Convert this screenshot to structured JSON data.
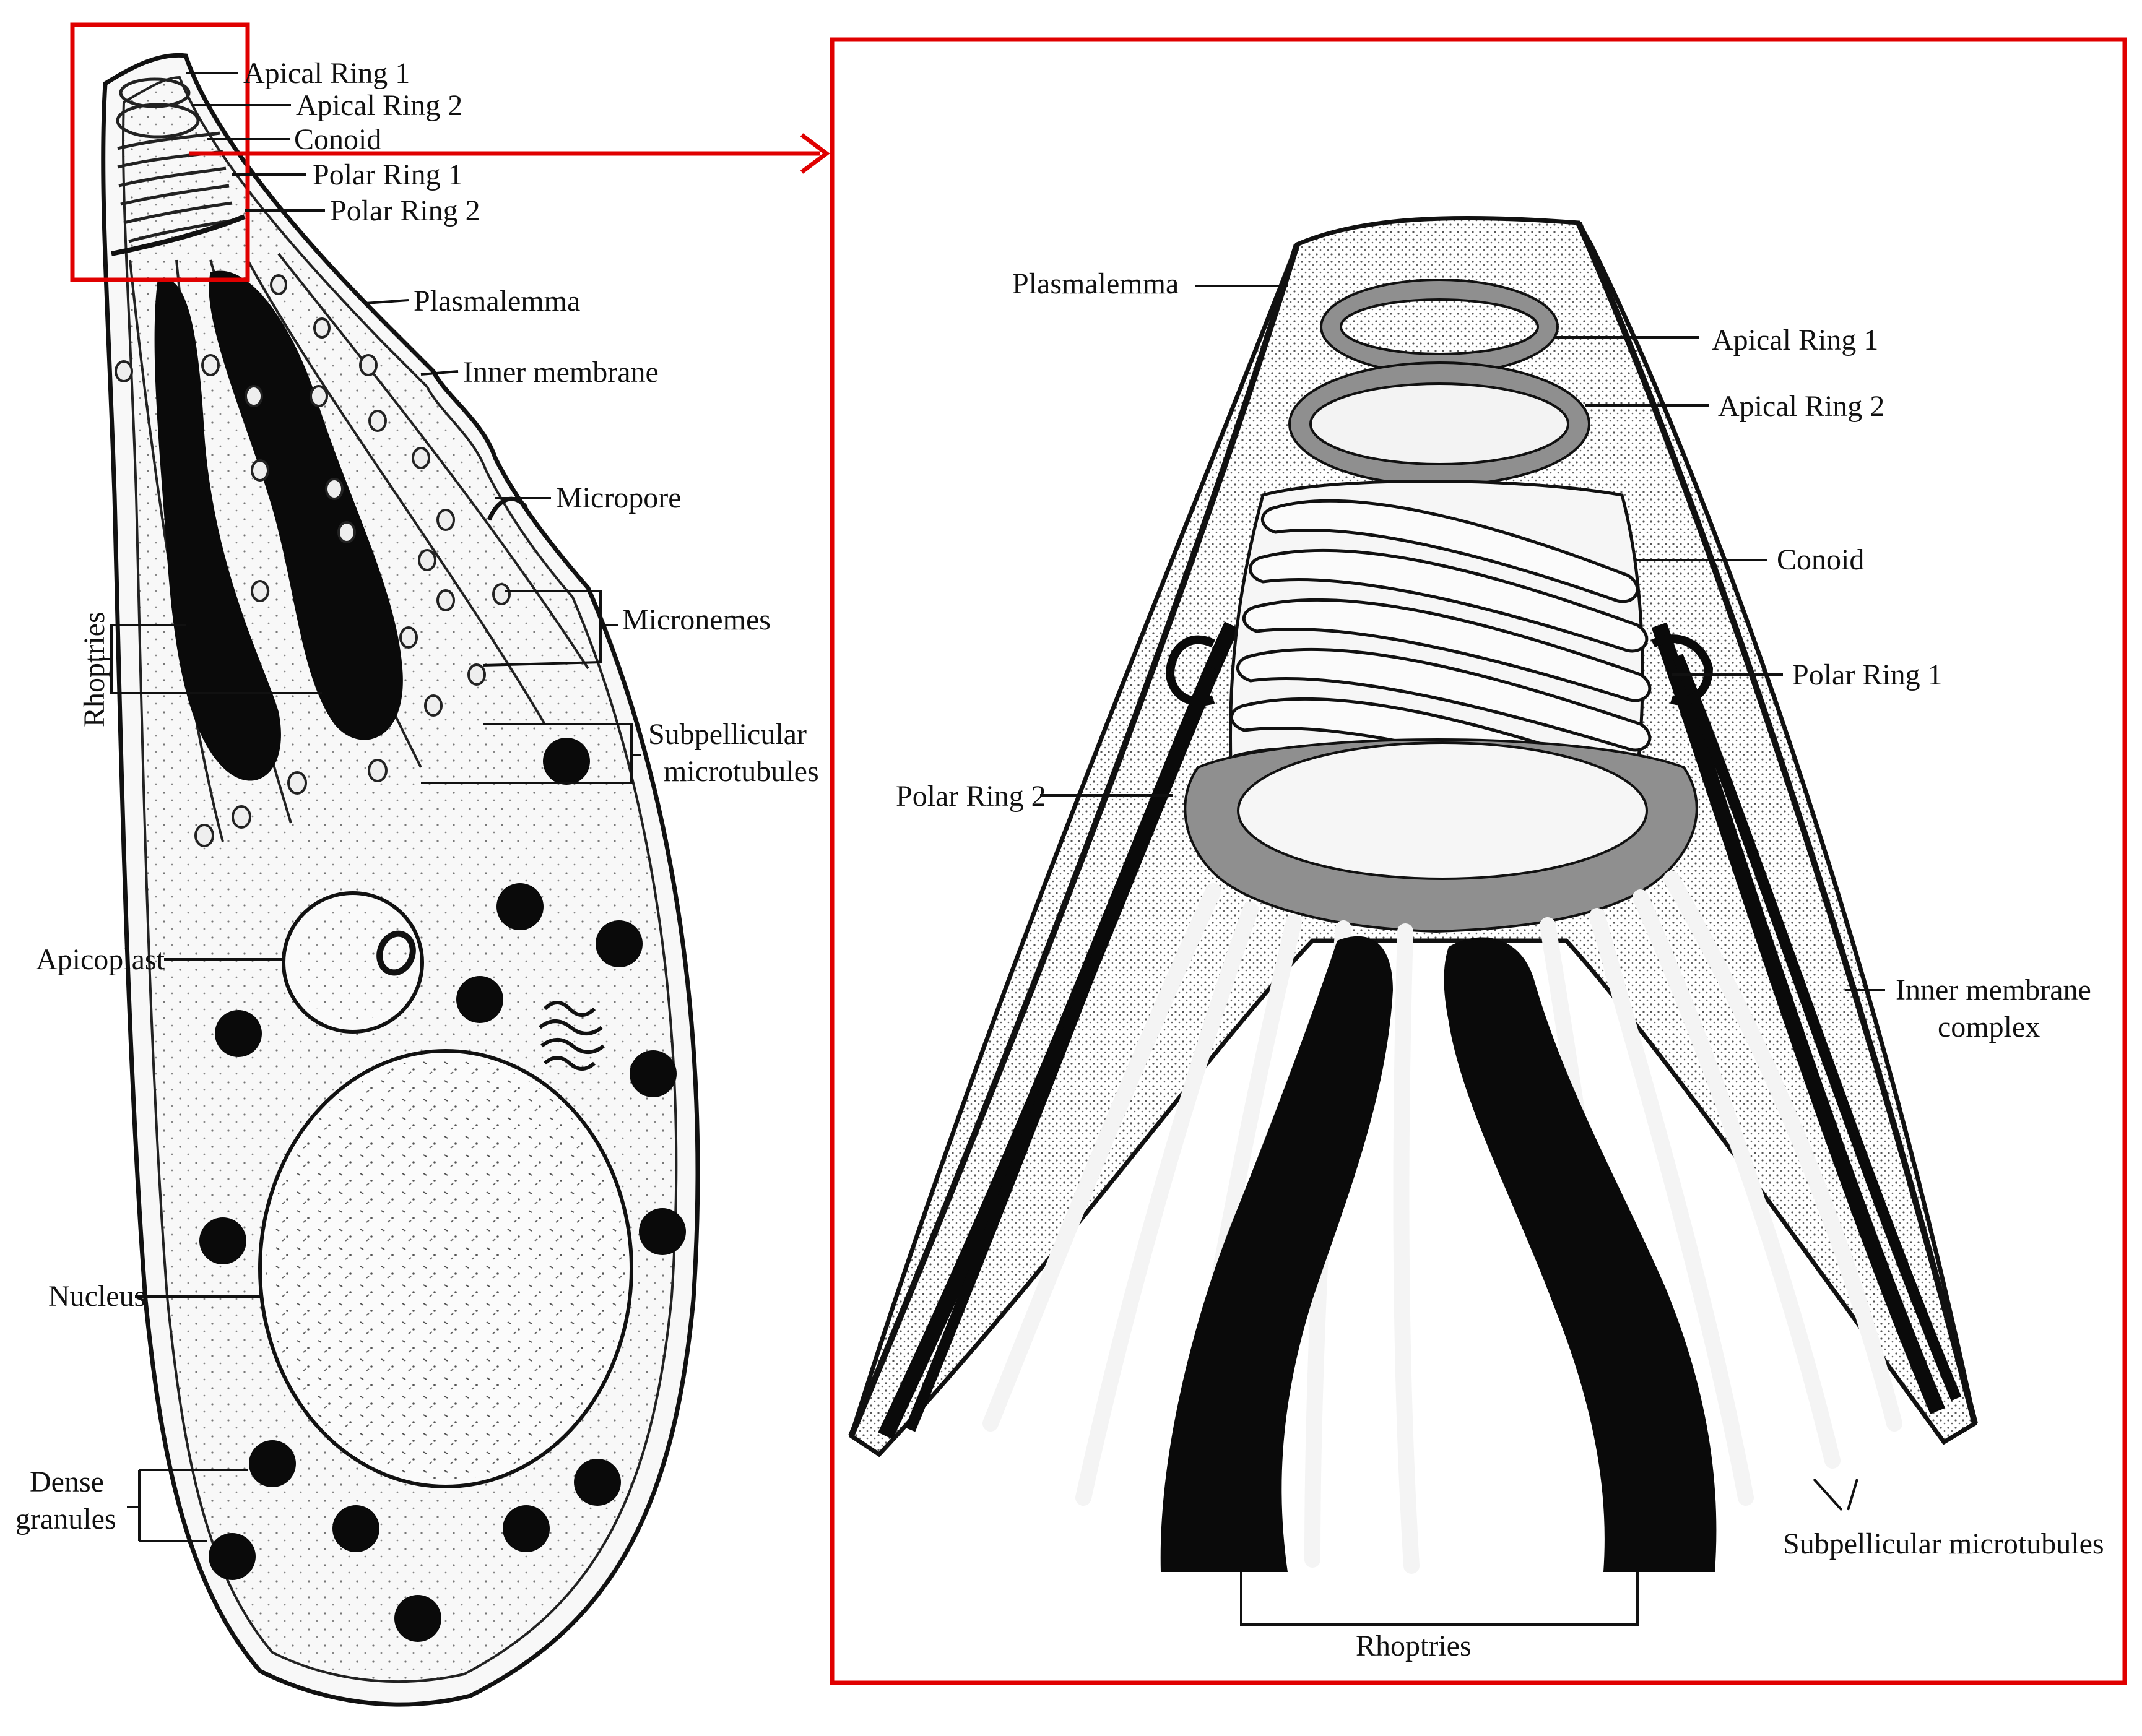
{
  "colors": {
    "accent_frame": "#e00000",
    "ink": "#111111",
    "ring_gray": "#8f8f8f",
    "cytoplasm": "#f7f7f7"
  },
  "left_diagram": {
    "labels": {
      "apical_ring_1": "Apical Ring 1",
      "apical_ring_2": "Apical Ring 2",
      "conoid": "Conoid",
      "polar_ring_1": "Polar Ring 1",
      "polar_ring_2": "Polar Ring 2",
      "plasmalemma": "Plasmalemma",
      "inner_membrane": "Inner membrane",
      "micropore": "Micropore",
      "micronemes": "Micronemes",
      "rhoptries": "Rhoptries",
      "subpellicular_line1": "Subpellicular",
      "subpellicular_line2": "microtubules",
      "apicoplast": "Apicoplast",
      "nucleus": "Nucleus",
      "dense_line1": "Dense",
      "dense_line2": "granules"
    }
  },
  "right_diagram": {
    "labels": {
      "plasmalemma": "Plasmalemma",
      "apical_ring_1": "Apical Ring 1",
      "apical_ring_2": "Apical Ring 2",
      "conoid": "Conoid",
      "polar_ring_1": "Polar Ring 1",
      "polar_ring_2": "Polar Ring 2",
      "inner_line1": "Inner membrane",
      "inner_line2": "complex",
      "subpellicular": "Subpellicular microtubules",
      "rhoptries": "Rhoptries"
    }
  }
}
